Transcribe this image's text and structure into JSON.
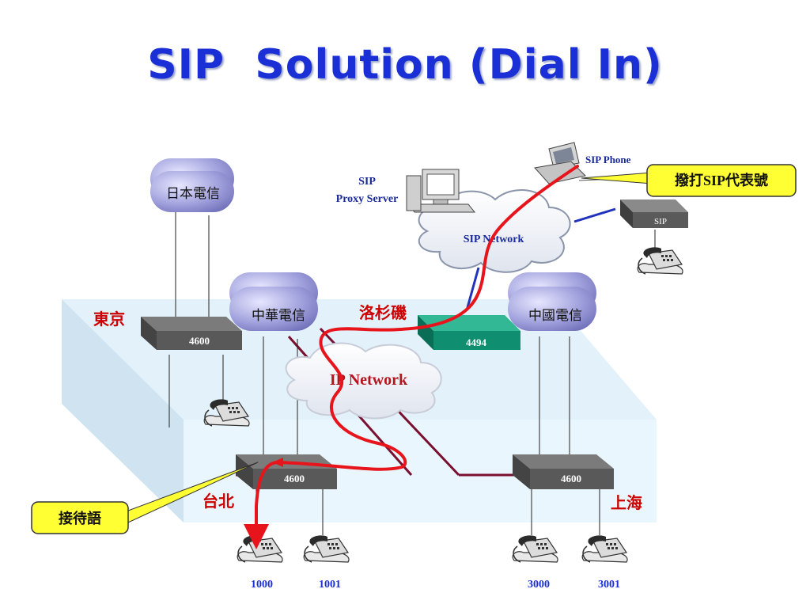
{
  "title": "SIP  Solution (Dial In)",
  "carriers": {
    "japan": "日本電信",
    "chunghwa": "中華電信",
    "china": "中國電信"
  },
  "cities": {
    "tokyo": "東京",
    "los_angeles": "洛杉磯",
    "taipei": "台北",
    "shanghai": "上海"
  },
  "devices": {
    "tokyo_pbx": "4600",
    "la_gateway": "4494",
    "taipei_pbx": "4600",
    "shanghai_pbx": "4600",
    "sip_gateway": "SIP"
  },
  "proxy_server": {
    "line1": "SIP",
    "line2": "Proxy Server"
  },
  "sip_phone_label": "SIP Phone",
  "clouds": {
    "sip_network": "SIP Network",
    "ip_network": "IP Network"
  },
  "callouts": {
    "dial": "撥打SIP代表號",
    "greeting": "接待語"
  },
  "extensions": [
    "1000",
    "1001",
    "3000",
    "3001"
  ],
  "colors": {
    "title": "#1a2fd6",
    "call_path": "#e8141c",
    "trunk": "#7a1030",
    "city_label": "#cc0000",
    "callout_fill": "#ffff33"
  }
}
